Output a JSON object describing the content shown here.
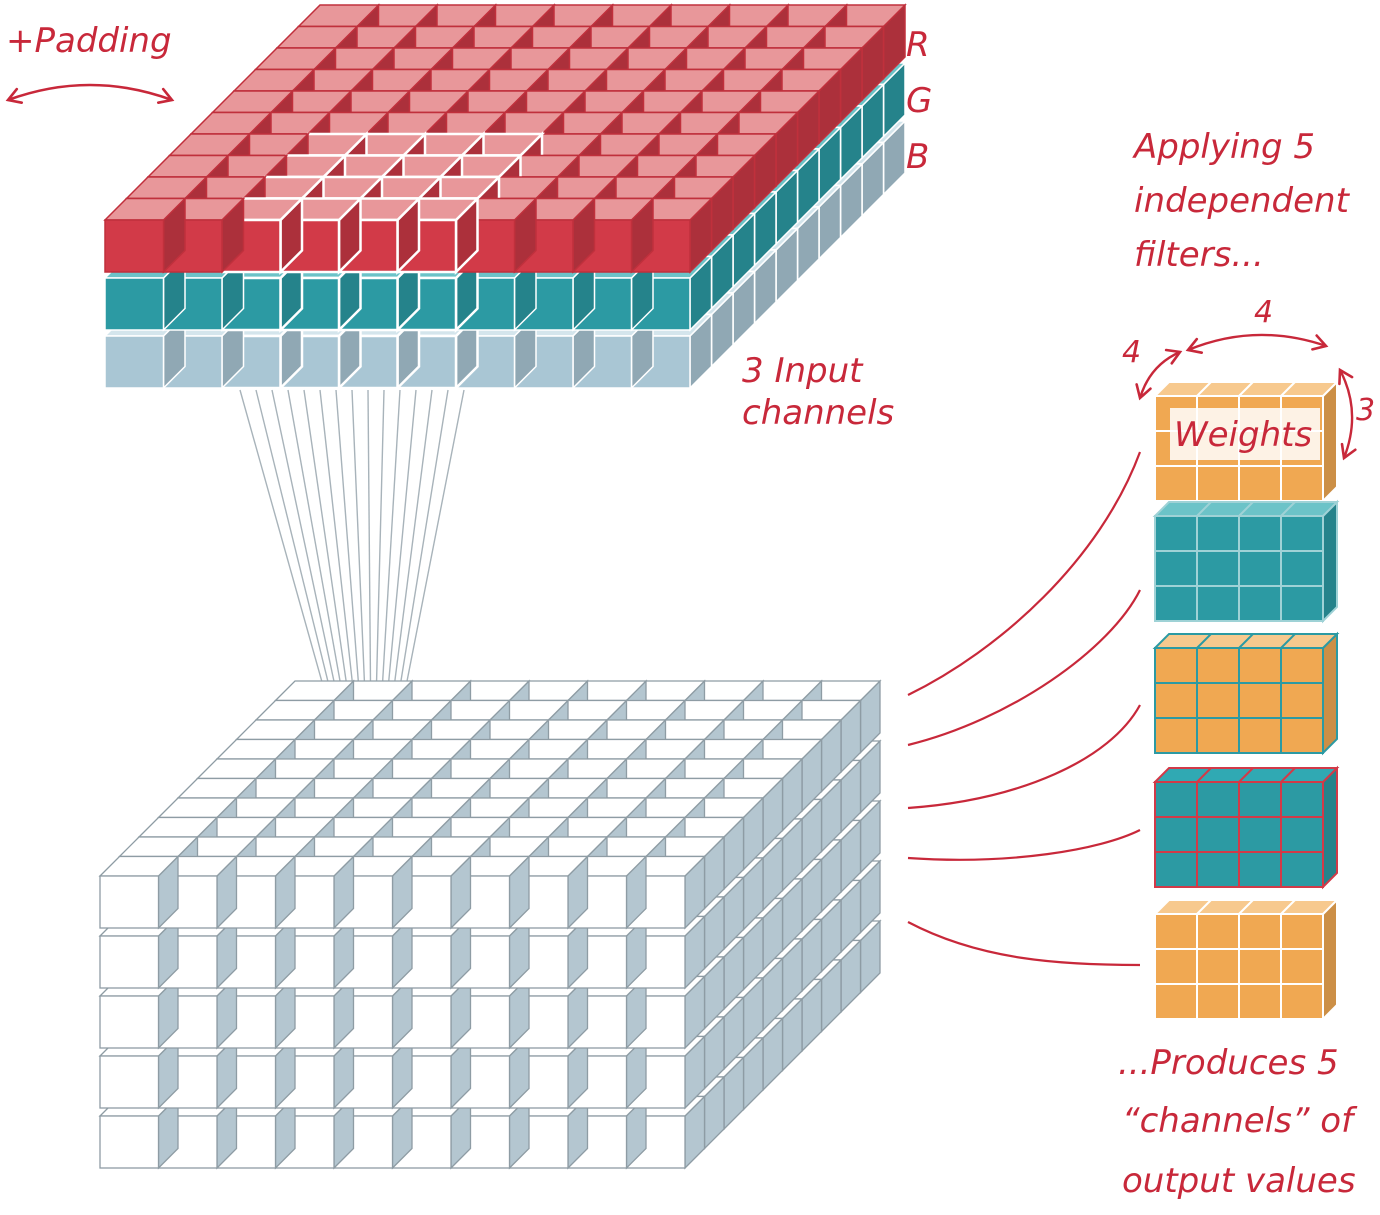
{
  "labels": {
    "padding": "+Padding",
    "channel_r": "R",
    "channel_g": "G",
    "channel_b": "B",
    "input_line1": "3 Input",
    "input_line2": "channels",
    "apply_line1": "Applying 5",
    "apply_line2": "independent",
    "apply_line3": "filters...",
    "dim_depth": "4",
    "dim_width": "4",
    "dim_height": "3",
    "weights": "Weights",
    "out_line1": "...Produces 5",
    "out_line2": "“channels” of",
    "out_line3": "output values"
  },
  "colors": {
    "red": "#d23a48",
    "red_top": "#e8979a",
    "teal": "#2c9aa3",
    "teal_top": "#6cc3c8",
    "light_blue": "#a9c6d4",
    "light_blue_top": "#d4e5ec",
    "orange": "#f0a852",
    "orange_top": "#f7c98e",
    "grey": "#b4c6d0",
    "grey_edge": "#8e9ca4",
    "annotation": "#c8283a"
  }
}
